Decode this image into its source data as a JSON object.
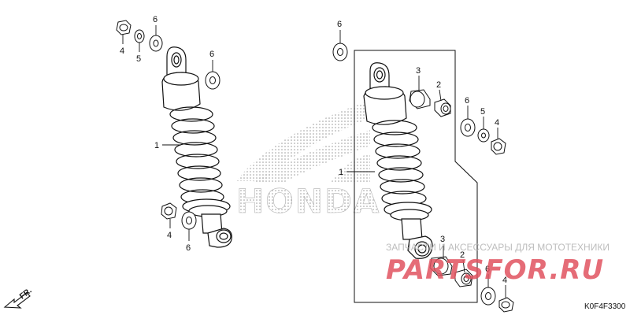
{
  "diagram": {
    "brand_text": "HONDA",
    "watermark_top": "ЗАПЧАСТИ И АКСЕССУАРЫ ДЛЯ МОТОТЕХНИКИ",
    "watermark_main": "PARTSFOR.RU",
    "diagram_code": "K0F4F3300",
    "direction_label": "FR.",
    "callouts": {
      "left_shock": "1",
      "left_nut_top": "4",
      "left_washer_top_5": "5",
      "left_washer_top_6": "6",
      "left_washer_eye_6": "6",
      "left_nut_bottom": "4",
      "left_washer_bottom_6": "6",
      "right_washer_top_6": "6",
      "right_shock": "1",
      "right_collar_top_3": "3",
      "right_bush_top_2": "2",
      "right_washer_mid_6": "6",
      "right_washer_mid_5": "5",
      "right_nut_mid_4": "4",
      "right_collar_bottom_3": "3",
      "right_bush_bottom_2": "2",
      "right_washer_bottom_6": "6",
      "right_nut_bottom_4": "4"
    }
  },
  "colors": {
    "line": "#111111",
    "watermark_red": "#e0525f",
    "watermark_grey": "#bdbdbd",
    "brand_dots": "#9a9a9a"
  }
}
